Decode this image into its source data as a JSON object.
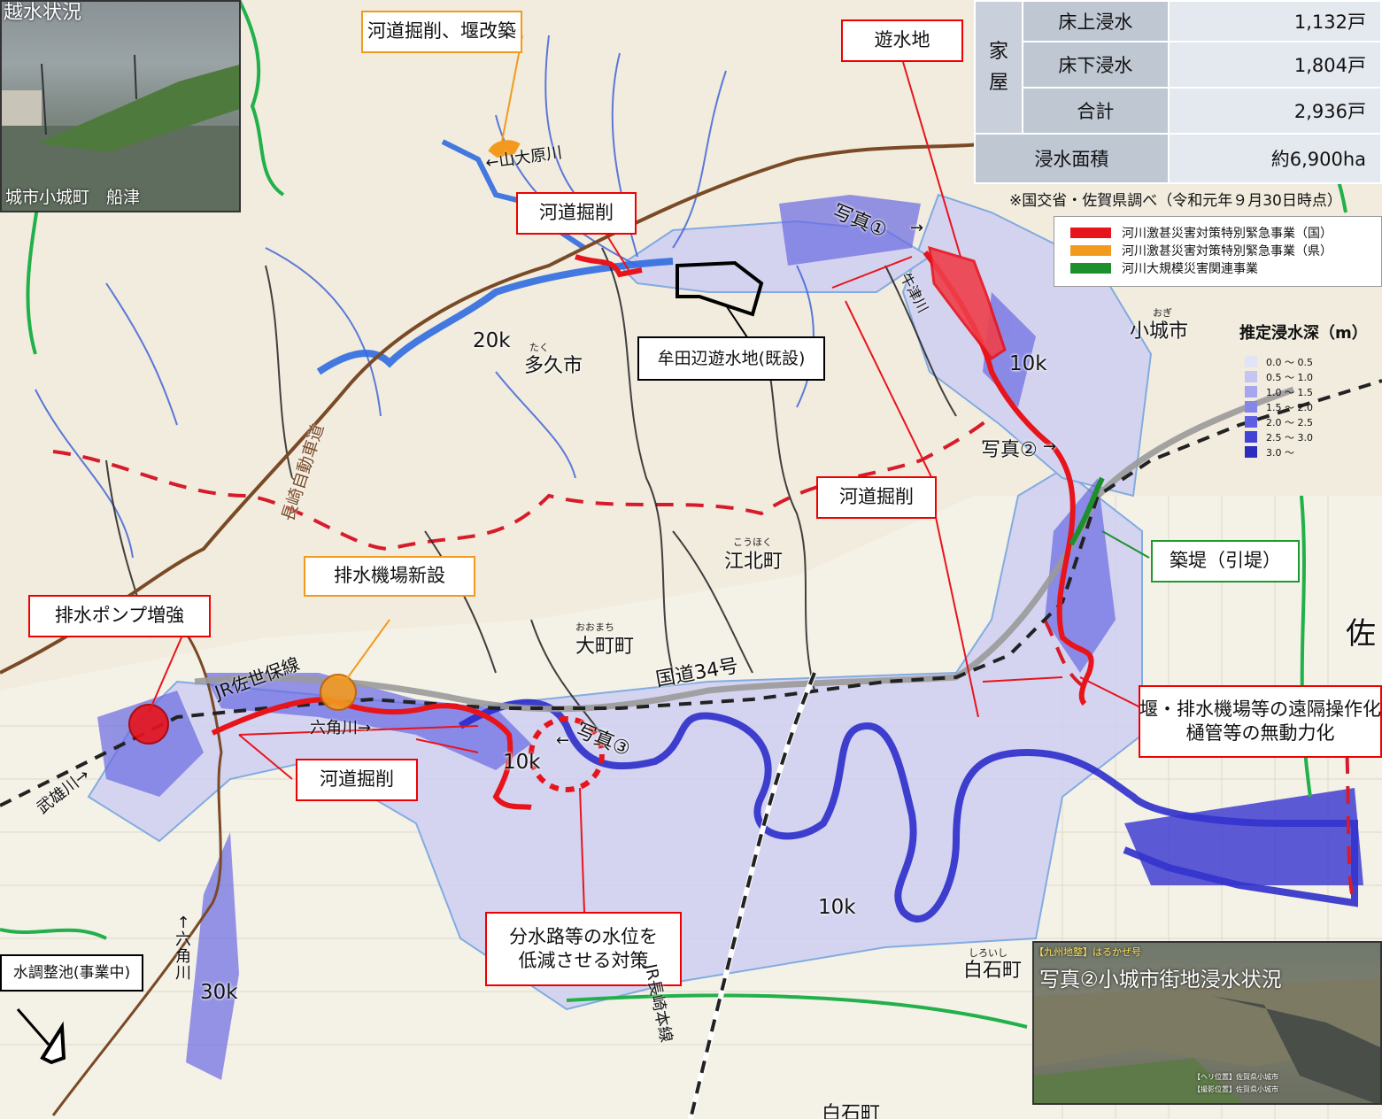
{
  "photo1": {
    "title": "越水状況",
    "caption": "城市小城町　船津"
  },
  "photo2": {
    "title": "写真②小城市街地浸水状況",
    "broadcast_tag": "【九州地整】はるかぜ号",
    "caption_lines": [
      "【ヘリ位置】佐賀県小城市",
      "【撮影位置】佐賀県小城市"
    ]
  },
  "damage_table": {
    "group_label": [
      "家",
      "屋"
    ],
    "rows": [
      {
        "label": "床上浸水",
        "value": "1,132戸"
      },
      {
        "label": "床下浸水",
        "value": "1,804戸"
      },
      {
        "label": "合計",
        "value": "2,936戸"
      }
    ],
    "area_label": "浸水面積",
    "area_value": "約6,900ha",
    "note": "※国交省・佐賀県調べ（令和元年９月30日時点）"
  },
  "project_legend": [
    {
      "label": "河川激甚災害対策特別緊急事業（国）",
      "color": "#e8141c"
    },
    {
      "label": "河川激甚災害対策特別緊急事業（県）",
      "color": "#f39a1e"
    },
    {
      "label": "河川大規模災害関連事業",
      "color": "#1e8f2e"
    }
  ],
  "depth_legend": {
    "title": "推定浸水深（m）",
    "items": [
      {
        "label": "0.0 ～ 0.5",
        "color": "#e3e3f7"
      },
      {
        "label": "0.5 ～ 1.0",
        "color": "#c5c5f2"
      },
      {
        "label": "1.0 ～ 1.5",
        "color": "#a6a6ee"
      },
      {
        "label": "1.5 ～ 2.0",
        "color": "#8585ea"
      },
      {
        "label": "2.0 ～ 2.5",
        "color": "#5f5fe2"
      },
      {
        "label": "2.5 ～ 3.0",
        "color": "#4242d4"
      },
      {
        "label": "3.0 ～",
        "color": "#2c2cbd"
      }
    ]
  },
  "callouts": {
    "excavation_weir": "河道掘削、堰改築",
    "retention_area": "遊水地",
    "excavation_north": "河道掘削",
    "mutabe_retention": "牟田辺遊水地(既設)",
    "excavation_east": "河道掘削",
    "embankment": "築堤（引堤）",
    "pump_station_new": "排水機場新設",
    "pump_reinforce": "排水ポンプ増強",
    "remote_control": [
      "堰・排水機場等の遠隔操作化",
      "樋管等の無動力化"
    ],
    "excavation_south": "河道掘削",
    "diversion": [
      "分水路等の水位を",
      "低減させる対策"
    ],
    "regulating_pond": "水調整池(事業中)"
  },
  "photo_marks": {
    "p1": "写真①",
    "p2": "写真②",
    "p3": "写真③"
  },
  "places": {
    "taku": {
      "name": "多久市",
      "ruby": "たく"
    },
    "ogi": {
      "name": "小城市",
      "ruby": "おぎ"
    },
    "kohoku": {
      "name": "江北町",
      "ruby": "こうほく"
    },
    "omachi": {
      "name": "大町町",
      "ruby": "おおまち"
    },
    "shiroishi": {
      "name": "白石町",
      "ruby": "しろいし"
    },
    "shiroishi_south": "白石町",
    "sa": "佐"
  },
  "rivers": {
    "yamaobara": "←山大原川",
    "mukaejima": "牛津川",
    "rokkaku_main": "六角川→",
    "takeo": "武雄川→",
    "rokkaku_vertical": [
      "↑",
      "六",
      "角",
      "川"
    ]
  },
  "routes": {
    "expressway": "長崎自動車道",
    "route34": "国道34号",
    "jr_sasebo": "JR佐世保線",
    "jr_nagasaki": "JR長崎本線"
  },
  "kilometer_posts": [
    "20k",
    "10k",
    "10k",
    "10k",
    "30k"
  ]
}
